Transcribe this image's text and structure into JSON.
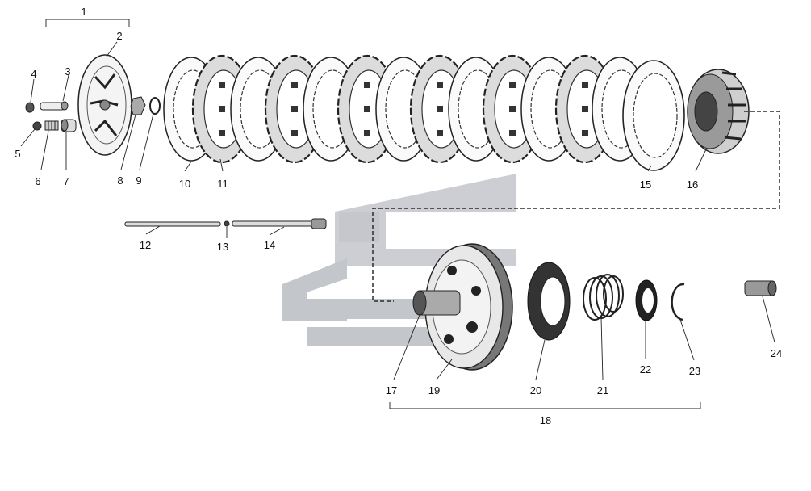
{
  "figure": {
    "background_color": "#ffffff",
    "ink_color": "#2b2b2b",
    "watermark_color": "#bfc3c8"
  },
  "callouts": [
    {
      "id": "c1",
      "text": "1"
    },
    {
      "id": "c2",
      "text": "2"
    },
    {
      "id": "c3",
      "text": "3"
    },
    {
      "id": "c4",
      "text": "4"
    },
    {
      "id": "c5",
      "text": "5"
    },
    {
      "id": "c6",
      "text": "6"
    },
    {
      "id": "c7",
      "text": "7"
    },
    {
      "id": "c8",
      "text": "8"
    },
    {
      "id": "c9",
      "text": "9"
    },
    {
      "id": "c10",
      "text": "10"
    },
    {
      "id": "c11",
      "text": "11"
    },
    {
      "id": "c12",
      "text": "12"
    },
    {
      "id": "c13",
      "text": "13"
    },
    {
      "id": "c14",
      "text": "14"
    },
    {
      "id": "c15",
      "text": "15"
    },
    {
      "id": "c16",
      "text": "16"
    },
    {
      "id": "c17",
      "text": "17"
    },
    {
      "id": "c18",
      "text": "18"
    },
    {
      "id": "c19",
      "text": "19"
    },
    {
      "id": "c20",
      "text": "20"
    },
    {
      "id": "c21",
      "text": "21"
    },
    {
      "id": "c22",
      "text": "22"
    },
    {
      "id": "c23",
      "text": "23"
    },
    {
      "id": "c24",
      "text": "24"
    }
  ]
}
